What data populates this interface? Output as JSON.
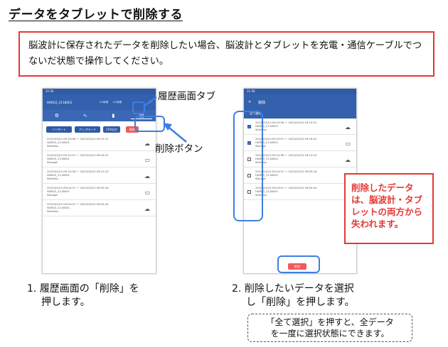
{
  "title": "データをタブレットで削除する",
  "notice": "脳波計に保存されたデータを削除したい場合、脳波計とタブレットを充電・通信ケーブルでつないだ状態で操作してください。",
  "callouts": {
    "history_tab": "履歴画面タブ",
    "delete_button": "削除ボタン",
    "warning": "削除したデータは、脳波計・タブレットの両方から失われます。"
  },
  "steps": [
    {
      "number": "1.",
      "text1": "履歴画面の「削除」を",
      "text2": "押します。"
    },
    {
      "number": "2.",
      "text1": "削除したいデータを選択",
      "text2": "し「削除」を押します。"
    }
  ],
  "tip": {
    "line1": "「全て選択」を押すと、全データ",
    "line2": "を一度に選択状態にできます。"
  },
  "left_phone": {
    "time": "11:50",
    "device": "HARU2_2118001",
    "badges": [
      "1/4時間",
      "1/4時間"
    ],
    "buttons": {
      "import": "インポート",
      "upload": "アップロード",
      "csv": "CSV出力",
      "delete": "削除"
    },
    "records": [
      {
        "range": "2022/02/24 09:19:56 〜 2022/02/24 09:19:31",
        "device": "HARU2_2118001",
        "source": "Wireless",
        "icon": "cloud-upload-icon"
      },
      {
        "range": "2022/02/24 09:15:51 〜 2022/02/24 09:16:22",
        "device": "HARU2_2118001",
        "source": "Storage",
        "icon": "tablet-icon"
      },
      {
        "range": "2022/02/24 09:10:38 〜 2022/02/24 09:12:19",
        "device": "HARU2_2118001",
        "source": "Wireless",
        "icon": "cloud-upload-icon"
      },
      {
        "range": "2022/02/24 09:04:31 〜 2022/02/24 09:05:16",
        "device": "HARU2_2118001",
        "source": "Storage",
        "icon": "tablet-icon"
      },
      {
        "range": "2022/02/24 09:04:01 〜 2022/02/24 09:04:40",
        "device": "HARU2_2118001",
        "source": "Wireless",
        "icon": "cloud-upload-icon"
      }
    ]
  },
  "right_phone": {
    "time": "11:50",
    "title": "削除",
    "select_all": "全て選択",
    "delete": "削除",
    "records": [
      {
        "range": "2022/02/24 09:19:56 〜 2022/02/24 09:19:31",
        "device": "HARU2_2118001",
        "source": "Wireless",
        "checked": true
      },
      {
        "range": "2022/02/24 09:15:51 〜 2022/02/24 09:16:22",
        "device": "HARU2_2118001",
        "source": "Storage",
        "checked": true
      },
      {
        "range": "2022/02/24 09:10:38 〜 2022/02/24 09:12:19",
        "device": "HARU2_2118001",
        "source": "Wireless",
        "checked": false
      },
      {
        "range": "2022/02/24 09:04:31 〜 2022/02/24 09:05:16",
        "device": "HARU2_2118001",
        "source": "Storage",
        "checked": false
      },
      {
        "range": "2022/02/24 09:04:01 〜 2022/02/24 09:04:40",
        "device": "HARU2_2118001",
        "source": "Wireless",
        "checked": false
      }
    ]
  },
  "colors": {
    "accent_red": "#e53935",
    "highlight_blue": "#3d7fe0",
    "app_blue": "#3461ad"
  }
}
